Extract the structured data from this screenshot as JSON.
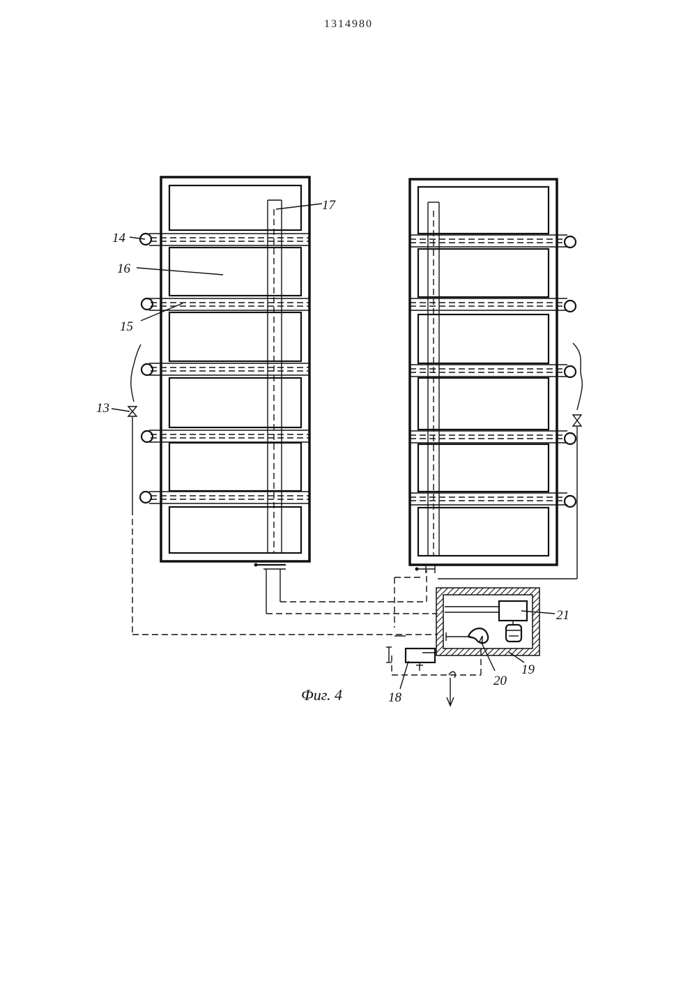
{
  "document": {
    "number": "1314980"
  },
  "figure": {
    "caption": "Фиг. 4",
    "labels": {
      "l13": "13",
      "l14": "14",
      "l15": "15",
      "l16": "16",
      "l17": "17",
      "l18": "18",
      "l19": "19",
      "l20": "20",
      "l21": "21"
    }
  }
}
